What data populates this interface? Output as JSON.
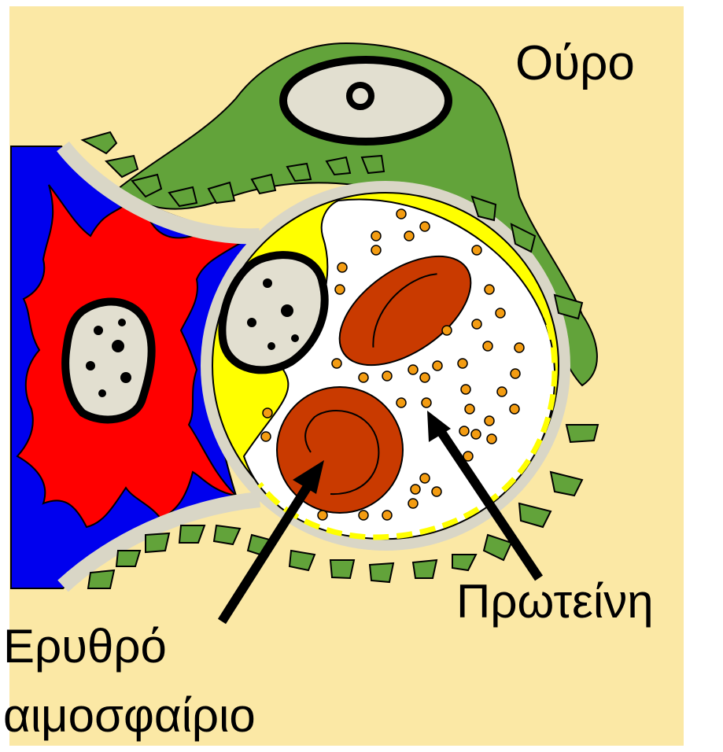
{
  "labels": {
    "urine": "Ούρο",
    "protein": "Πρωτείνη",
    "rbc_line1": "Ερυθρό",
    "rbc_line2": "αιμοσφαίριο"
  },
  "colors": {
    "background": "#fbe8a5",
    "podocyte": "#62a33a",
    "mesangial": "#ff0000",
    "mesangial_matrix": "#0000ee",
    "endothelial": "#ffff00",
    "basement_membrane": "#d9d6c6",
    "nucleus": "#e2dfd0",
    "red_blood_cell": "#c93a00",
    "protein": "#f39c12",
    "capillary_lumen": "#ffffff"
  }
}
